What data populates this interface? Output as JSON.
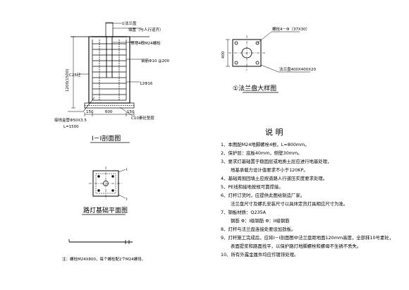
{
  "section": {
    "marker_label": "①法兰盘",
    "top_note": "填置（与人行道齐）",
    "bolt_label": "预埋4根M24螺栓",
    "c25_label": "C25砼",
    "rebar_label": "钢筋Φ10 @200",
    "rebar_count": "12Φ16",
    "left_dim": "1200(1500)",
    "bottom_dim_left": "150",
    "bottom_dim_mid": "600",
    "bottom_dim_right": "150",
    "gravel_label": "C10素砼垫层",
    "conduit_label": "接线盒管Φ50X3.5",
    "length_label": "L=1500",
    "title": "I－I剖面图"
  },
  "flange": {
    "top_label": "螺栓4－Φ（37X30）",
    "side_dim": "400",
    "bottom_label": "法兰盘400X400X20",
    "title": "①法兰盘大样图"
  },
  "plan": {
    "label_top": "I",
    "label_bottom": "I",
    "title": "路灯基础平面图"
  },
  "bolt_note": "注：螺栓M24X800，每个螺栓配2个M24螺母。",
  "notes": {
    "heading": "说  明",
    "items": [
      "1、本图配M24地脚螺栓4根，L=800mm。",
      "2、保护层：底板40mm，侧壁30mm。",
      "3、要求灯基础置于稳固层或地质土层应进行地基处理，",
      "地基承载力设计值要求不小于120KP。",
      "4、基础周围回填土应按道路人行道压实度要求处理。",
      "5、PE线和接地按规可靠焊接。",
      "6、灯杆订货时，应提供此图给制造厂家。",
      "法兰盘尺寸及螺孔安装尺寸以具体定货灯具相应尺寸为准。",
      "7、钢板材质：Q235A",
      "钢筋 Φ：I级钢筋   Φ：II级钢筋",
      "8、灯杆与法兰盘连接处要设加劲板。",
      "9、灯杆施工完成后，应将I－I剖面图中法兰盘距地面120mm高度，全部抹10号素砼，",
      "表面提浆和路面找平，以保护路灯地脚螺栓和螺母不生锈不丢失。",
      "10、所有外露金属件均应作镀锌处理。"
    ]
  }
}
